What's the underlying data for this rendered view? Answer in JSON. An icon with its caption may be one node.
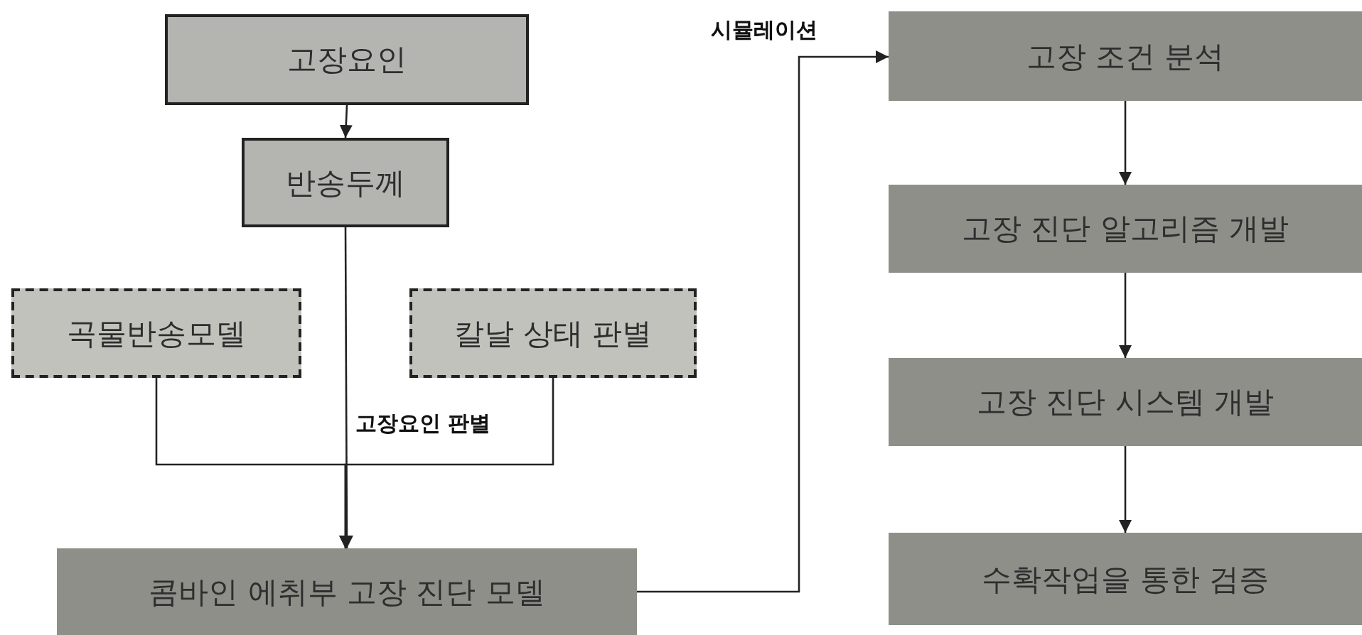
{
  "diagram": {
    "nodes": [
      {
        "text": [
          "고장요인"
        ]
      },
      {
        "text": [
          "반송두께"
        ]
      },
      {
        "text": [
          "곡물반송모델"
        ]
      },
      {
        "text": [
          "칼날 상태 판별"
        ]
      },
      {
        "text": [
          "콤바인 에취부 고장 진단 모델"
        ]
      },
      {
        "text": [
          "고장 조건 분석"
        ]
      },
      {
        "text": [
          "고장 진단 알고리즘 개발"
        ]
      },
      {
        "text": [
          "고장 진단 시스템 개발"
        ]
      },
      {
        "text": [
          "수확작업을 통한 검증"
        ]
      }
    ],
    "edges": [
      {
        "from": 0,
        "to": 1,
        "arrow": "to"
      },
      {
        "from": 1,
        "to": 4,
        "arrow": "to",
        "label": "고장요인 판별"
      },
      {
        "from": 2,
        "to": 4,
        "arrow": "to"
      },
      {
        "from": 3,
        "to": 4,
        "arrow": "to"
      },
      {
        "from": 4,
        "to": 5,
        "arrow": "to",
        "label": "시뮬레이션"
      },
      {
        "from": 5,
        "to": 6,
        "arrow": "to"
      },
      {
        "from": 6,
        "to": 7,
        "arrow": "to"
      },
      {
        "from": 7,
        "to": 8,
        "arrow": "to"
      }
    ]
  }
}
